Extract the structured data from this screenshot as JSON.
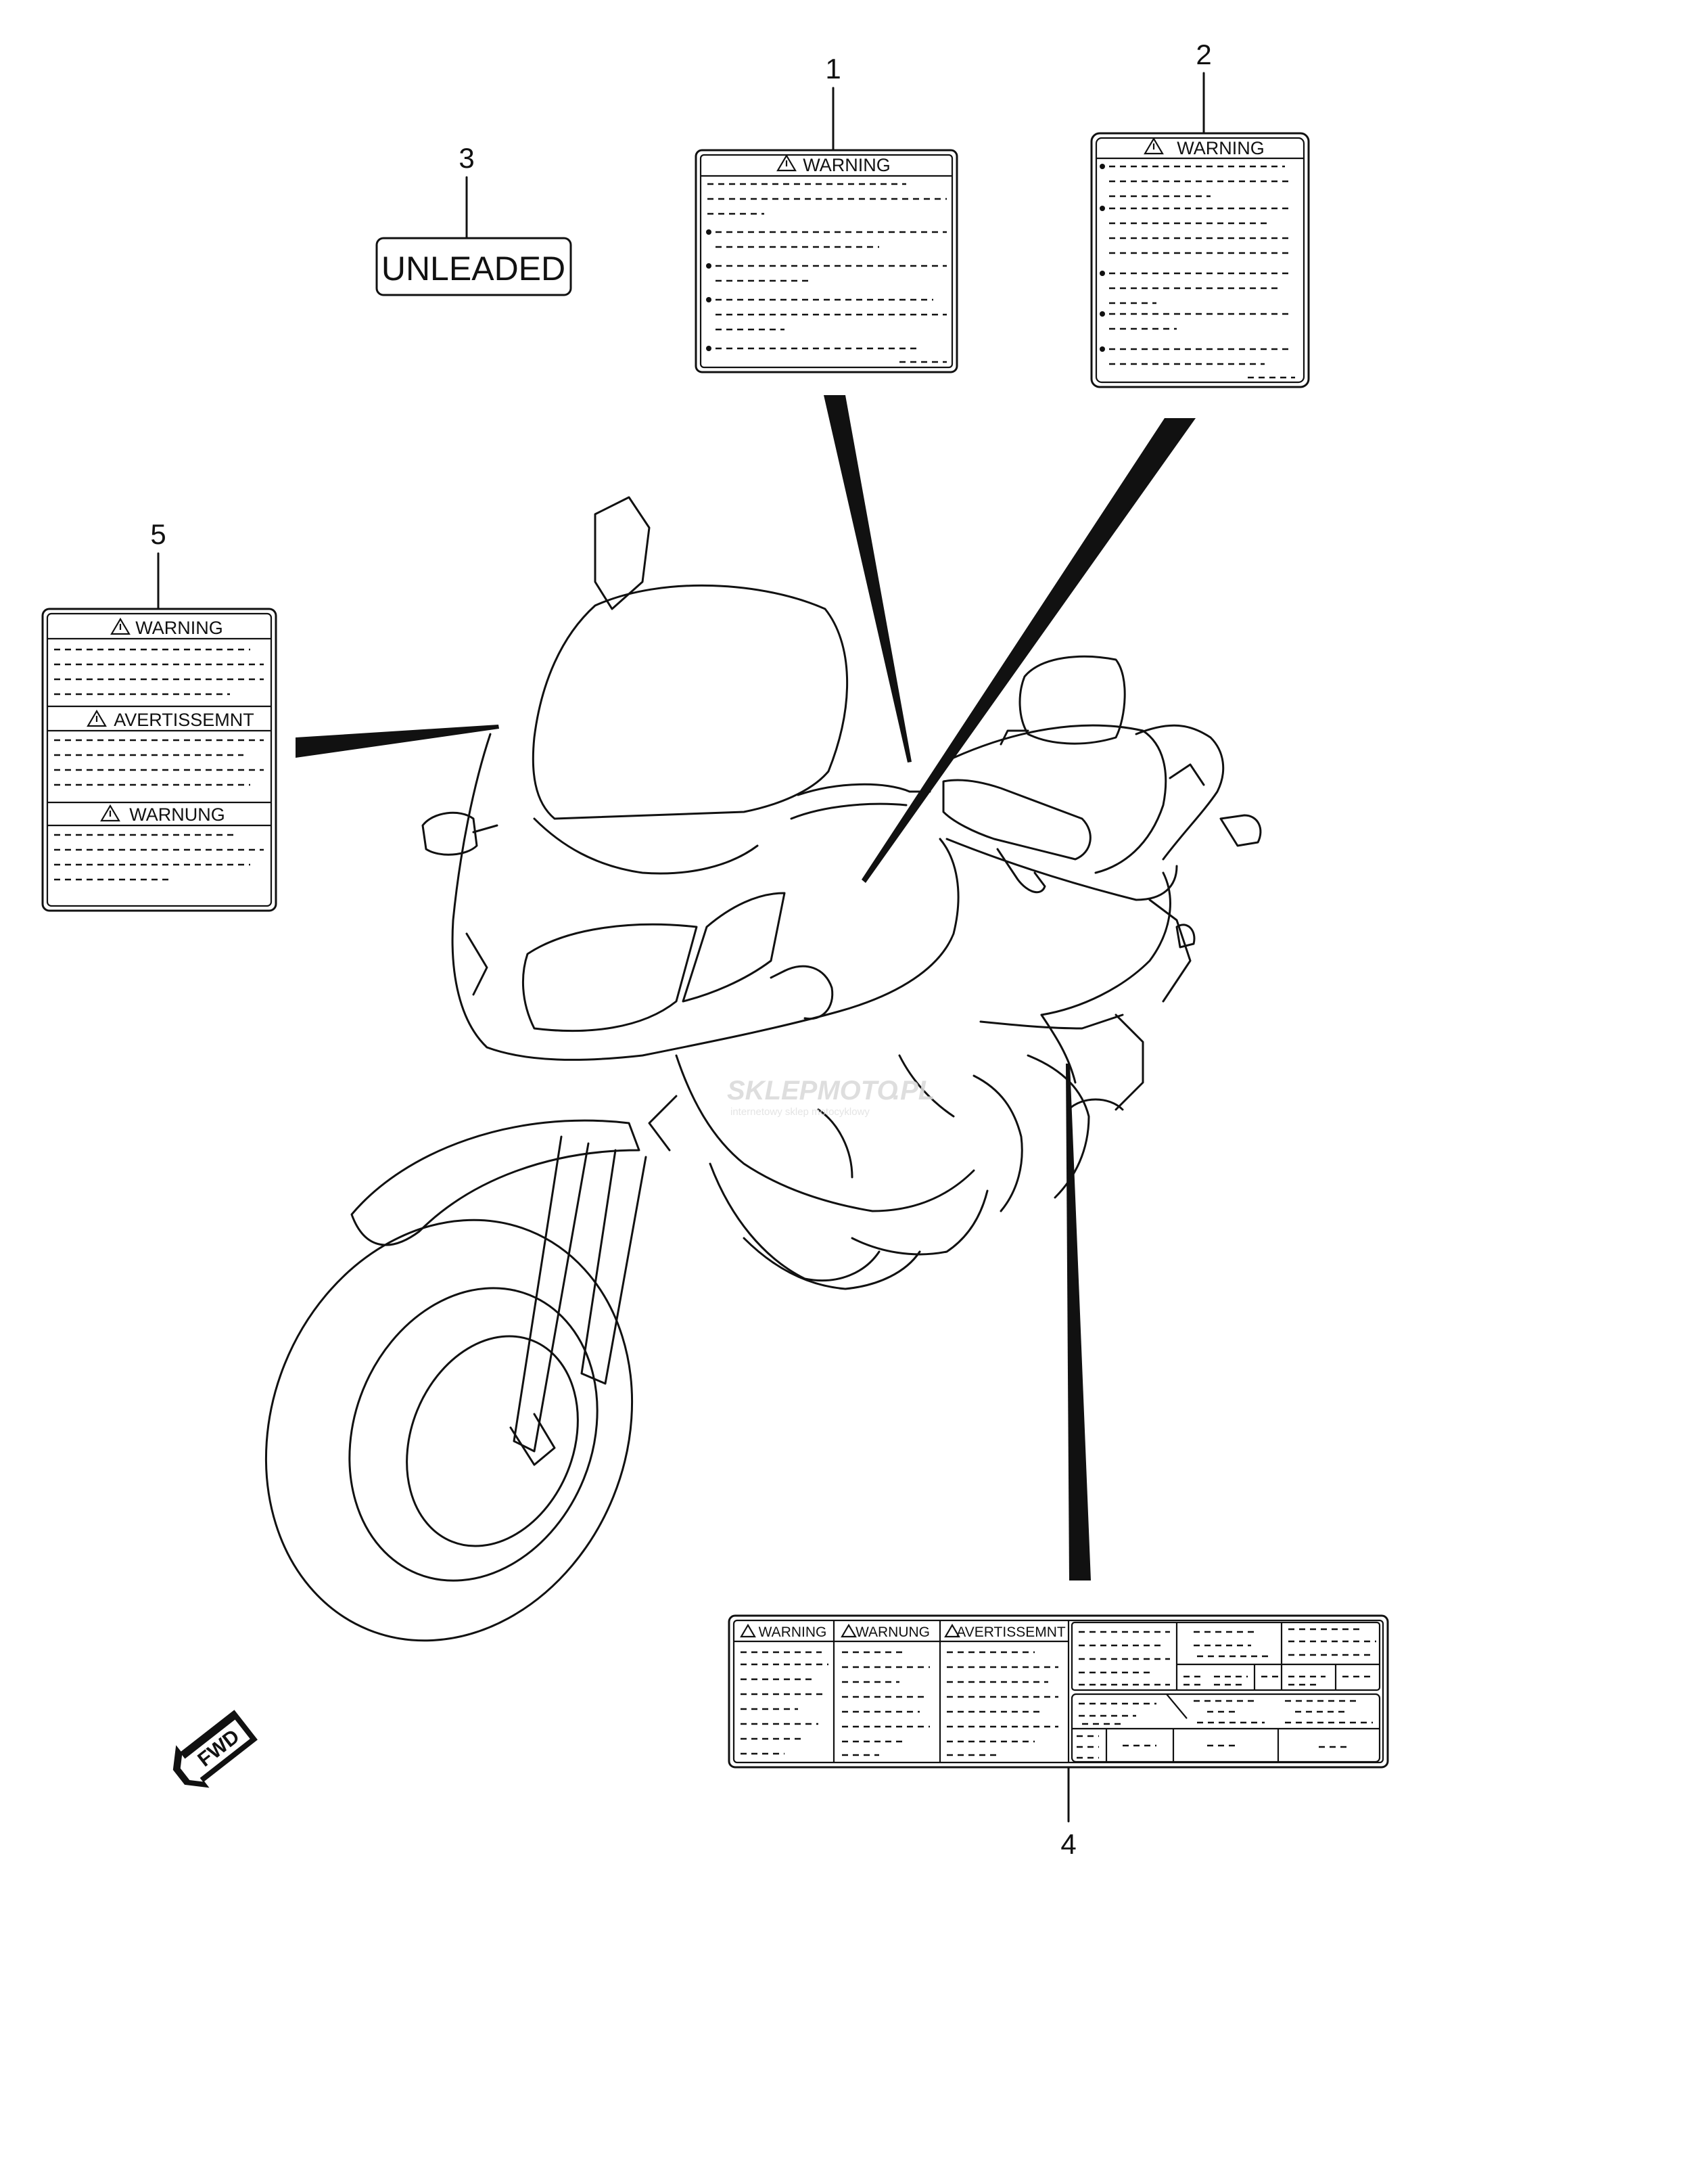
{
  "callouts": {
    "c1": "1",
    "c2": "2",
    "c3": "3",
    "c4": "4",
    "c5": "5"
  },
  "labels": {
    "unleaded": "UNLEADED",
    "warning": "WARNING",
    "avertissement": "AVERTISSEMNT",
    "warnung": "WARNUNG"
  },
  "badge": {
    "fwd": "FWD"
  },
  "watermark": {
    "brand": "SKLEPMOTO",
    "suffix": ".PL",
    "tagline": "internetowy sklep motocyklowy"
  }
}
